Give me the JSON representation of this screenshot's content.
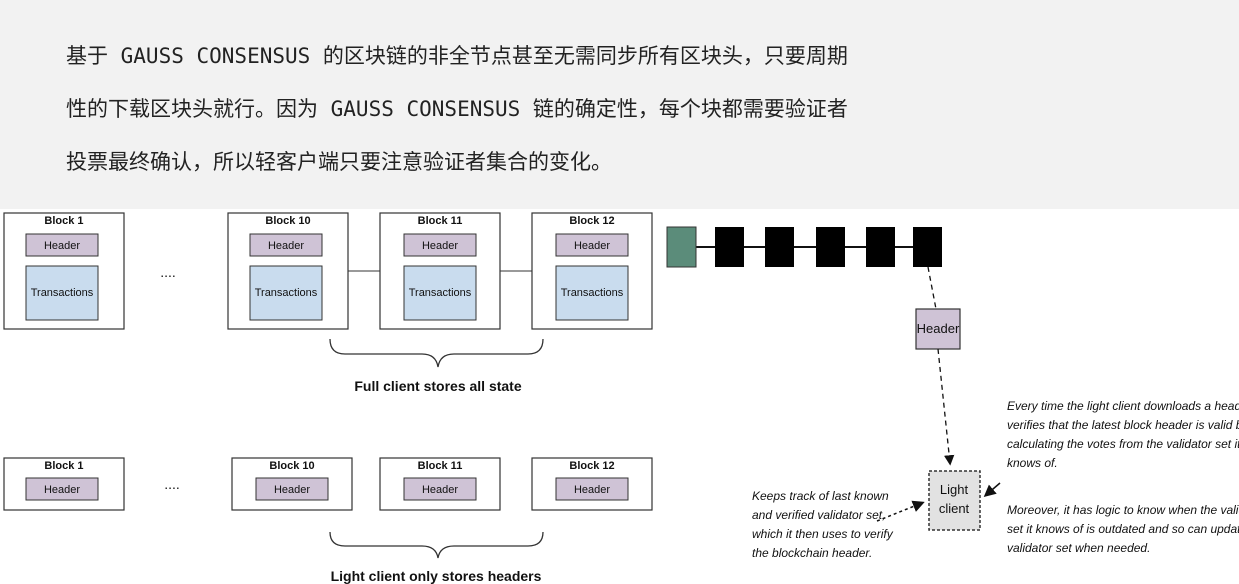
{
  "paragraph": {
    "line1": "基于 GAUSS CONSENSUS 的区块链的非全节点甚至无需同步所有区块头，只要周期",
    "line2": "性的下载区块头就行。因为 GAUSS CONSENSUS 链的确定性，每个块都需要验证者",
    "line3": "投票最终确认，所以轻客户端只要注意验证者集合的变化。"
  },
  "diagram": {
    "ellipsis": "....",
    "full_client": {
      "blocks": [
        {
          "title": "Block 1",
          "header": "Header",
          "tx": "Transactions"
        },
        {
          "title": "Block 10",
          "header": "Header",
          "tx": "Transactions"
        },
        {
          "title": "Block 11",
          "header": "Header",
          "tx": "Transactions"
        },
        {
          "title": "Block 12",
          "header": "Header",
          "tx": "Transactions"
        }
      ],
      "caption": "Full client stores all state"
    },
    "light_client_chain": {
      "blocks": [
        {
          "title": "Block 1",
          "header": "Header"
        },
        {
          "title": "Block 10",
          "header": "Header"
        },
        {
          "title": "Block 11",
          "header": "Header"
        },
        {
          "title": "Block 12",
          "header": "Header"
        }
      ],
      "caption": "Light client only stores headers"
    },
    "right": {
      "header_box": "Header",
      "light_client_line1": "Light",
      "light_client_line2": "client",
      "note_right": [
        "Every time the light client downloads a header, it",
        "verifies that the latest block header is valid by",
        "calculating the votes from the validator set it",
        "knows of."
      ],
      "note_right2": [
        "Moreover, it has logic to know when the validator",
        "set it knows of is outdated and so can update the",
        "validator set when needed."
      ],
      "note_left": [
        "Keeps track of last known",
        "and verified validator set,",
        "which it then uses to verify",
        "the blockchain header."
      ]
    },
    "colors": {
      "header_fill": "#cfc3d6",
      "tx_fill": "#c9dcee",
      "first_block": "#5b8c7a",
      "chain_block": "#000000"
    }
  }
}
